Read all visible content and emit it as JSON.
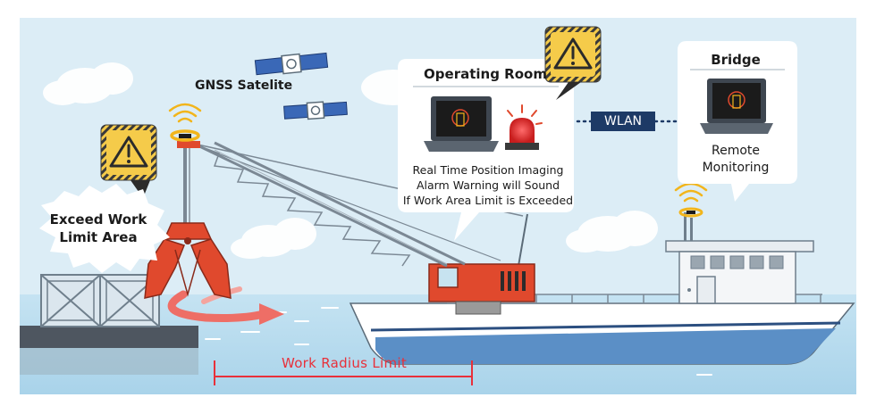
{
  "labels": {
    "gnss": "GNSS Satelite",
    "operating_room": "Operating Room",
    "room_line1": "Real Time Position Imaging",
    "room_line2": "Alarm Warning will Sound",
    "room_line3": "If Work Area Limit is Exceeded",
    "bridge": "Bridge",
    "remote_line1": "Remote",
    "remote_line2": "Monitoring",
    "wlan": "WLAN",
    "exceed_line1": "Exceed Work",
    "exceed_line2": "Limit Area",
    "work_radius": "Work Radius Limit"
  },
  "colors": {
    "sky": "#dcedf6",
    "sea": "#b9dcef",
    "warning_yellow": "#f5cb4a",
    "crane_red": "#e0492d",
    "ship_hull": "#5b8fc6",
    "wlan_badge": "#1d3a66",
    "radius_red": "#e8303a"
  },
  "icons": [
    "satellite-icon",
    "warning-icon",
    "laptop-icon",
    "alarm-light-icon",
    "wifi-signal-icon"
  ]
}
